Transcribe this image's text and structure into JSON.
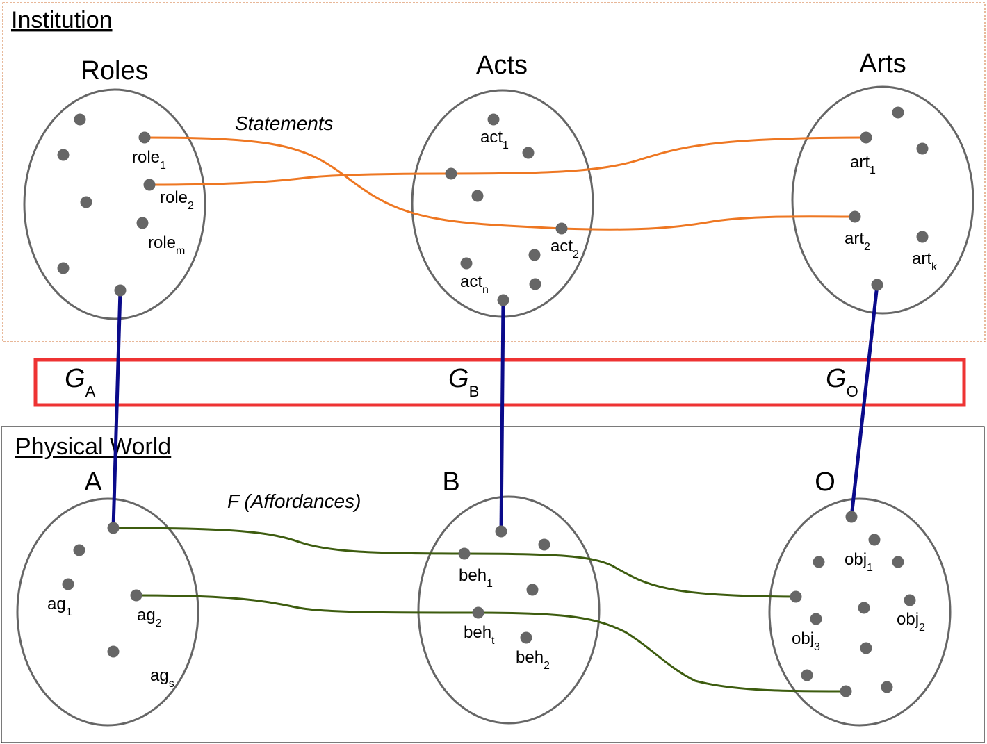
{
  "institution": {
    "title": "Institution",
    "sets": {
      "roles": {
        "title": "Roles",
        "labels": [
          {
            "base": "role",
            "sub": "1"
          },
          {
            "base": "role",
            "sub": "2"
          },
          {
            "base": "role",
            "sub": "m"
          }
        ]
      },
      "acts": {
        "title": "Acts",
        "labels": [
          {
            "base": "act",
            "sub": "1"
          },
          {
            "base": "act",
            "sub": "2"
          },
          {
            "base": "act",
            "sub": "n"
          }
        ]
      },
      "arts": {
        "title": "Arts",
        "labels": [
          {
            "base": "art",
            "sub": "1"
          },
          {
            "base": "art",
            "sub": "2"
          },
          {
            "base": "art",
            "sub": "k"
          }
        ]
      }
    },
    "relation_label": "Statements"
  },
  "grounding": {
    "labels": [
      {
        "base": "G",
        "sub": "A"
      },
      {
        "base": "G",
        "sub": "B"
      },
      {
        "base": "G",
        "sub": "O"
      }
    ]
  },
  "physical_world": {
    "title": "Physical World",
    "sets": {
      "agents": {
        "title": "A",
        "labels": [
          {
            "base": "ag",
            "sub": "1"
          },
          {
            "base": "ag",
            "sub": "2"
          },
          {
            "base": "ag",
            "sub": "s"
          }
        ]
      },
      "behaviours": {
        "title": "B",
        "labels": [
          {
            "base": "beh",
            "sub": "1"
          },
          {
            "base": "beh",
            "sub": "t"
          },
          {
            "base": "beh",
            "sub": "2"
          }
        ]
      },
      "objects": {
        "title": "O",
        "labels": [
          {
            "base": "obj",
            "sub": "1"
          },
          {
            "base": "obj",
            "sub": "2"
          },
          {
            "base": "obj",
            "sub": "3"
          }
        ]
      }
    },
    "relation_label": "F (Affordances)"
  },
  "colors": {
    "institution_border": "#d98c5a",
    "physical_border": "#222222",
    "set_outline": "#666666",
    "dot": "#666666",
    "statements_line": "#ee7722",
    "affordance_line": "#3d5c0f",
    "grounding_line": "#0a0a8a",
    "grounding_box": "#ee3333"
  }
}
